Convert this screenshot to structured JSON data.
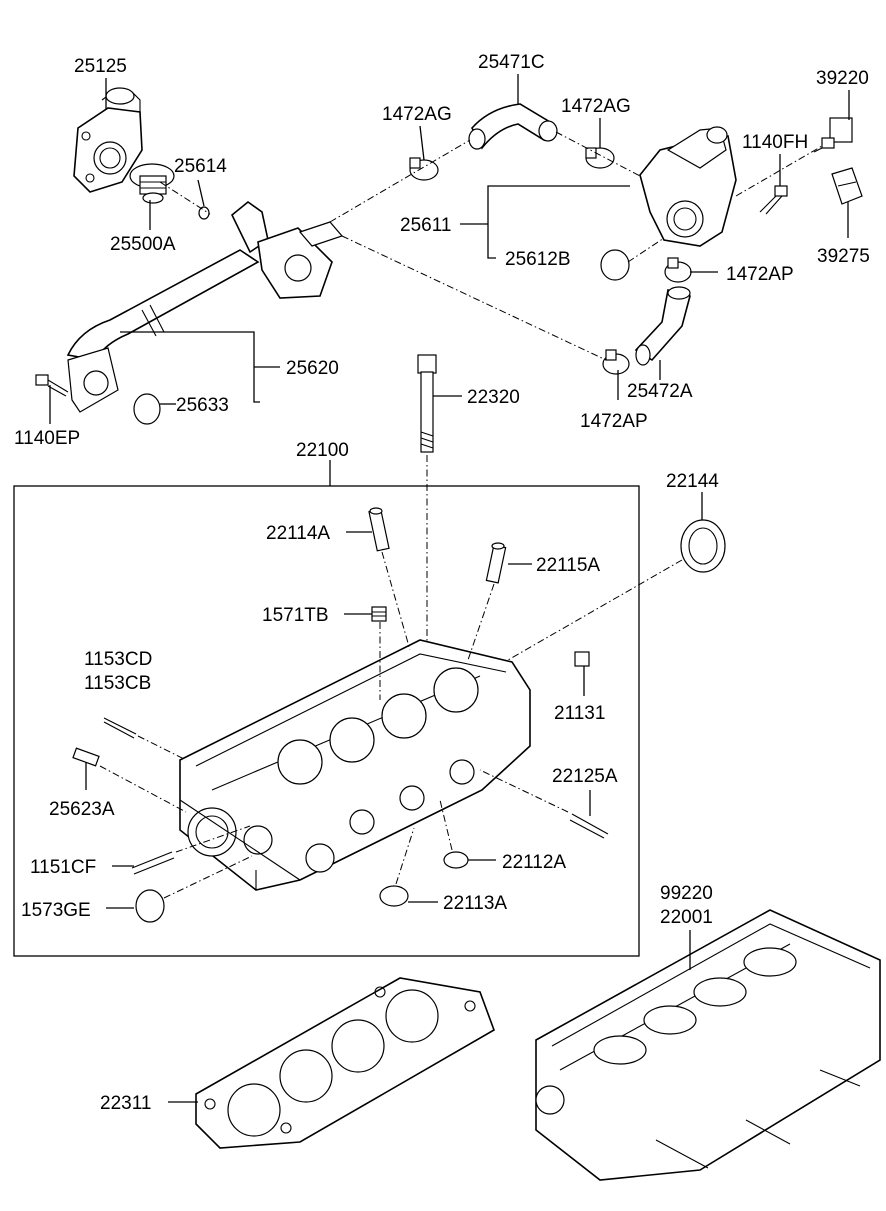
{
  "diagram": {
    "labels": {
      "p25125": "25125",
      "p25471C": "25471C",
      "p39220": "39220",
      "p1472AG_a": "1472AG",
      "p1472AG_b": "1472AG",
      "p25614": "25614",
      "p1140FH": "1140FH",
      "p25500A": "25500A",
      "p25611": "25611",
      "p25612B": "25612B",
      "p39275": "39275",
      "p1472AP_a": "1472AP",
      "p25620": "25620",
      "p25633": "25633",
      "p25472A": "25472A",
      "p1140EP": "1140EP",
      "p22320": "22320",
      "p1472AP_b": "1472AP",
      "p22100": "22100",
      "p22144": "22144",
      "p22114A": "22114A",
      "p22115A": "22115A",
      "p1571TB": "1571TB",
      "p1153CD": "1153CD",
      "p1153CB": "1153CB",
      "p21131": "21131",
      "p25623A": "25623A",
      "p22125A": "22125A",
      "p1151CF": "1151CF",
      "p22112A": "22112A",
      "p1573GE": "1573GE",
      "p22113A": "22113A",
      "p99220": "99220",
      "p22001": "22001",
      "p22311": "22311"
    }
  }
}
